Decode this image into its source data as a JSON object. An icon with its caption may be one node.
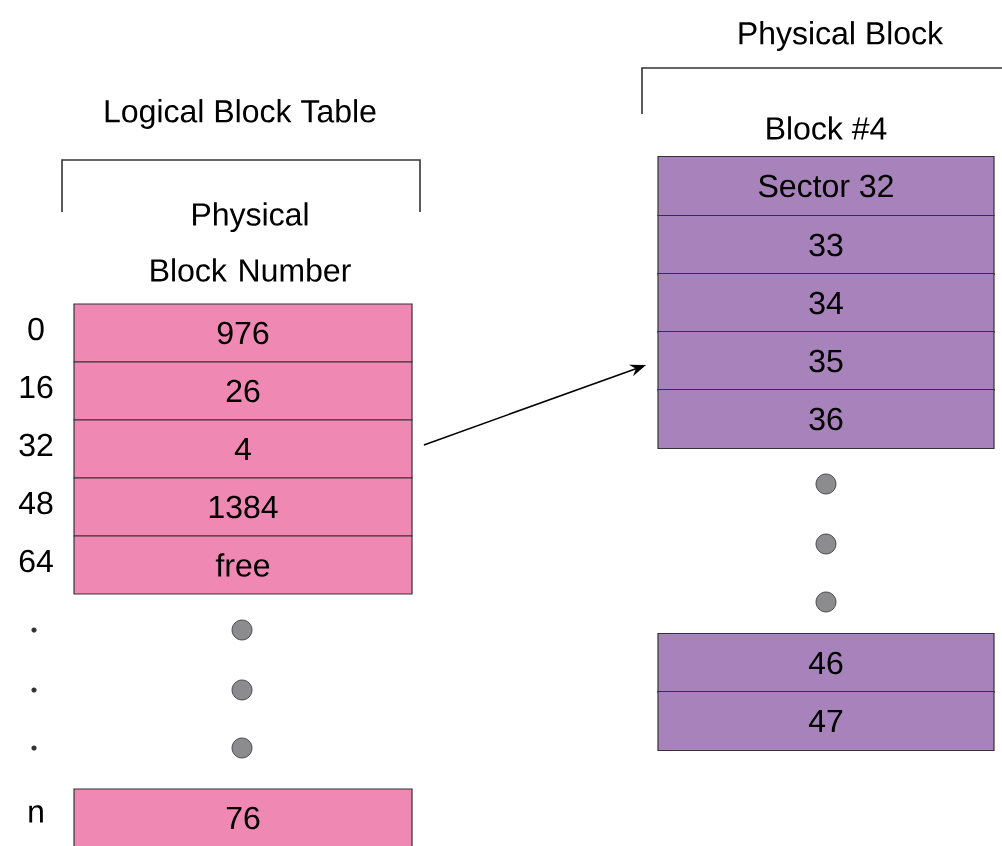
{
  "diagram": {
    "nodes": [
      {
        "text": [
          "976"
        ],
        "beside": [
          "0"
        ]
      },
      {
        "text": [
          "26"
        ],
        "beside": [
          "16"
        ]
      },
      {
        "text": [
          "4"
        ],
        "beside": [
          "32"
        ]
      },
      {
        "text": [
          "1384"
        ],
        "beside": [
          "48"
        ]
      },
      {
        "text": [
          "free"
        ],
        "beside": [
          "64"
        ]
      },
      {
        "text": [
          "76"
        ],
        "beside": [
          "n"
        ]
      },
      {
        "text": [
          "Sector 32"
        ]
      },
      {
        "text": [
          "33"
        ]
      },
      {
        "text": [
          "34"
        ]
      },
      {
        "text": [
          "35"
        ]
      },
      {
        "text": [
          "36"
        ]
      },
      {
        "text": [
          "46"
        ]
      },
      {
        "text": [
          "47"
        ]
      }
    ],
    "edges": [
      {
        "from": 2,
        "to": 9,
        "arrow": "to"
      }
    ],
    "labels": [
      "Logical Block Table",
      "Physical Block Number",
      "Physical Block",
      "Block #4"
    ]
  }
}
